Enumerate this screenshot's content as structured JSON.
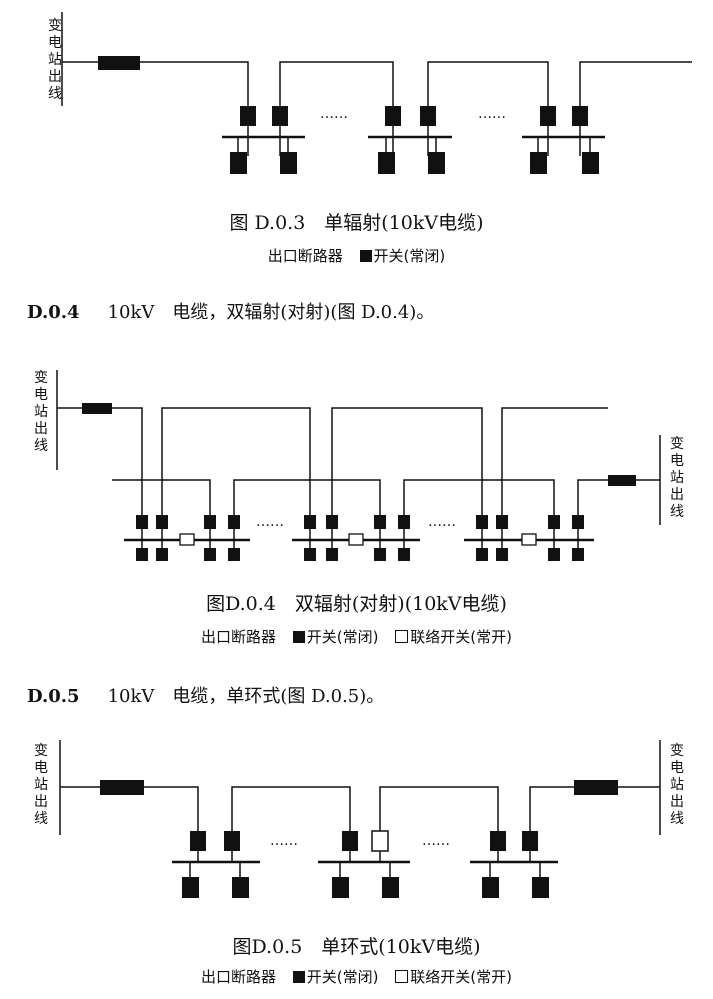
{
  "station_label": [
    "变",
    "电",
    "站",
    "出",
    "线"
  ],
  "ellipsis": "……",
  "figure_d03": {
    "caption": "图 D.0.3　单辐射(10kV电缆)",
    "legend": {
      "breaker": "出口断路器",
      "switch_closed": "开关(常闭)"
    }
  },
  "section_d04": {
    "number": "D.0.4",
    "text": "10kV　电缆，双辐射(对射)(图 D.0.4)。"
  },
  "figure_d04": {
    "caption": "图D.0.4　双辐射(对射)(10kV电缆)",
    "legend": {
      "breaker": "出口断路器",
      "switch_closed": "开关(常闭)",
      "tie_switch_open": "联络开关(常开)"
    }
  },
  "section_d05": {
    "number": "D.0.5",
    "text": "10kV　电缆，单环式(图 D.0.5)。"
  },
  "figure_d05": {
    "caption": "图D.0.5　单环式(10kV电缆)",
    "legend": {
      "breaker": "出口断路器",
      "switch_closed": "开关(常闭)",
      "tie_switch_open": "联络开关(常开)"
    }
  }
}
